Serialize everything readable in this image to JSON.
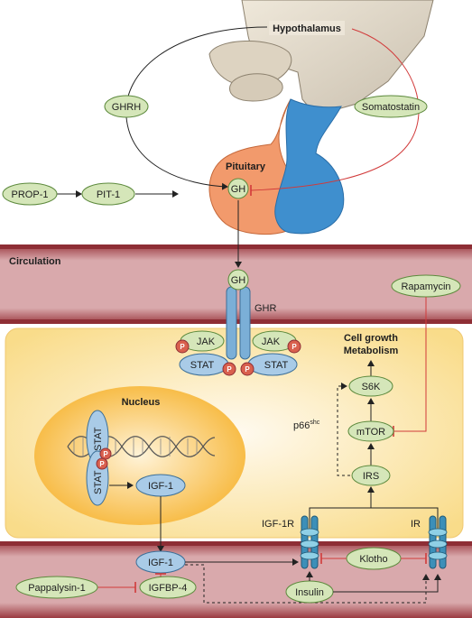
{
  "labels": {
    "hypothalamus": "Hypothalamus",
    "ghrh": "GHRH",
    "somatostatin": "Somatostatin",
    "pituitary": "Pituitary",
    "gh_pituitary": "GH",
    "prop1": "PROP-1",
    "pit1": "PIT-1",
    "circulation": "Circulation",
    "gh_circ": "GH",
    "ghr": "GHR",
    "rapamycin": "Rapamycin",
    "jak_left": "JAK",
    "jak_right": "JAK",
    "stat_left": "STAT",
    "stat_right": "STAT",
    "p": "P",
    "cell_growth": "Cell growth",
    "metabolism": "Metabolism",
    "s6k": "S6K",
    "mtor": "mTOR",
    "p66": "p66",
    "p66_sup": "shc",
    "irs": "IRS",
    "nucleus": "Nucleus",
    "stat_nuc_top": "STAT",
    "stat_nuc_bottom": "STAT",
    "igf1_nucleus": "IGF-1",
    "igf1r": "IGF-1R",
    "ir": "IR",
    "igf1_blood": "IGF-1",
    "klotho": "Klotho",
    "pappalysin": "Pappalysin-1",
    "igfbp4": "IGFBP-4",
    "insulin": "Insulin"
  },
  "colors": {
    "vessel": "#c48a8e",
    "vessel_edge": "#8e2e35",
    "cell": "#fbe7ae",
    "nucleus": "#f7b731",
    "green_node": "#d5e6b9",
    "green_edge": "#5d8a3d",
    "receptor_blue": "#7bafd7",
    "pituitary_orange": "#f29a6c",
    "pituitary_blue": "#3f8fce",
    "inhibit_red": "#d13a3a",
    "phospho": "#d9604e"
  }
}
